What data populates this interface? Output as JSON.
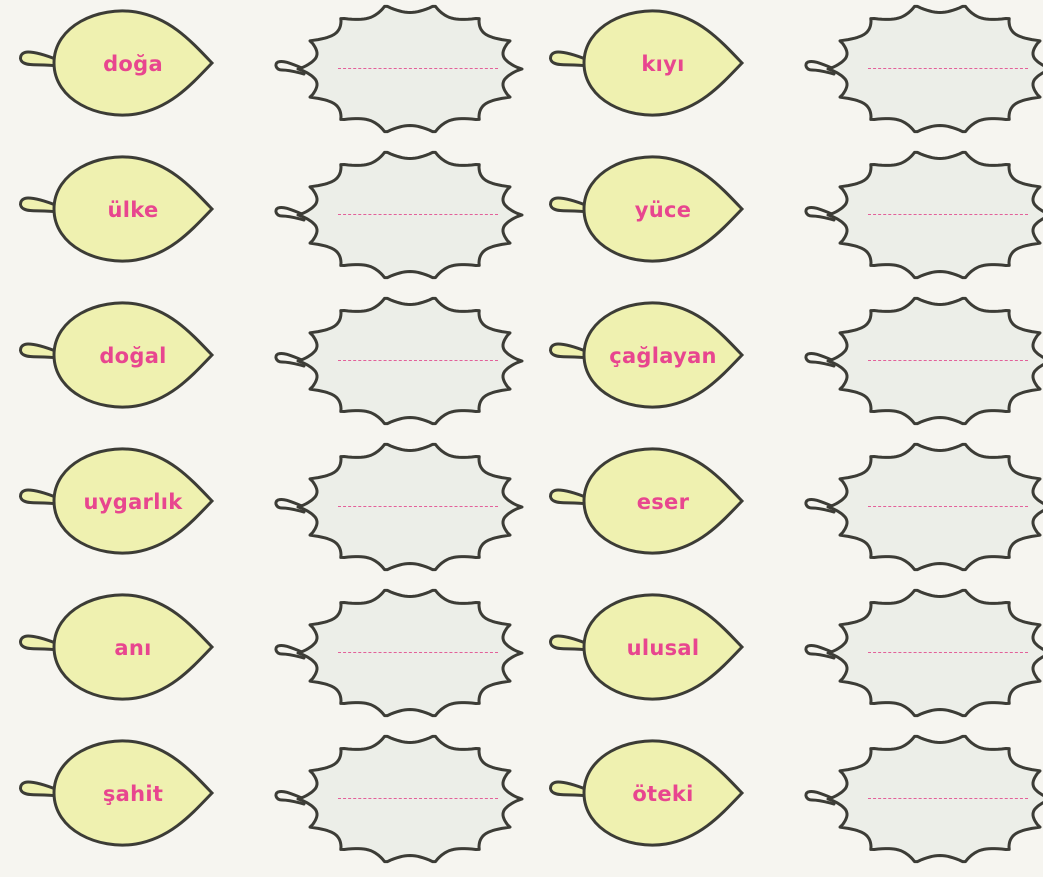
{
  "colors": {
    "leaf_fill": "#eff1b0",
    "leaf_outline": "#3c3c36",
    "word_color": "#e8468f",
    "answer_leaf_fill": "#eceee8",
    "answer_line": "#e3609a"
  },
  "left_column": [
    {
      "word": "doğa"
    },
    {
      "word": "ülke"
    },
    {
      "word": "doğal"
    },
    {
      "word": "uygarlık"
    },
    {
      "word": "anı"
    },
    {
      "word": "şahit"
    }
  ],
  "right_column": [
    {
      "word": "kıyı"
    },
    {
      "word": "yüce"
    },
    {
      "word": "çağlayan"
    },
    {
      "word": "eser"
    },
    {
      "word": "ulusal"
    },
    {
      "word": "öteki"
    }
  ],
  "icons": {
    "word_leaf": "oval-leaf-icon",
    "answer_leaf": "oak-leaf-icon"
  }
}
